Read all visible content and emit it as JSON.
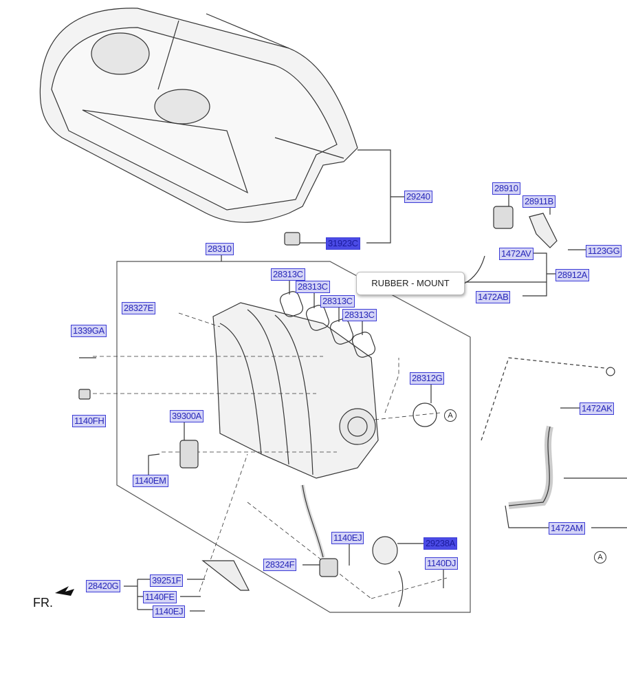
{
  "parts": {
    "p29240": "29240",
    "p31923C": "31923C",
    "p28310": "28310",
    "p28910": "28910",
    "p28911B": "28911B",
    "p1472AV": "1472AV",
    "p1123GG": "1123GG",
    "p28912A": "28912A",
    "p1472AB": "1472AB",
    "p28313C_1": "28313C",
    "p28313C_2": "28313C",
    "p28313C_3": "28313C",
    "p28313C_4": "28313C",
    "p28327E": "28327E",
    "p1339GA": "1339GA",
    "p1140FH": "1140FH",
    "p39300A": "39300A",
    "p1140EM": "1140EM",
    "p28312G": "28312G",
    "p1472AK": "1472AK",
    "p1472AM": "1472AM",
    "p1140EJ_1": "1140EJ",
    "p29238A": "29238A",
    "p28324F": "28324F",
    "p1140DJ": "1140DJ",
    "p28420G": "28420G",
    "p39251F": "39251F",
    "p1140FE": "1140FE",
    "p1140EJ_2": "1140EJ"
  },
  "tooltip": "RUBBER - MOUNT",
  "front_marker": "FR.",
  "ref_marker_a1": "A",
  "ref_marker_a2": "A",
  "colors": {
    "label_bg": "#d4d4f6",
    "label_border": "#3b3bd6",
    "label_text": "#2626b8",
    "highlight_bg": "#4b4be6"
  }
}
